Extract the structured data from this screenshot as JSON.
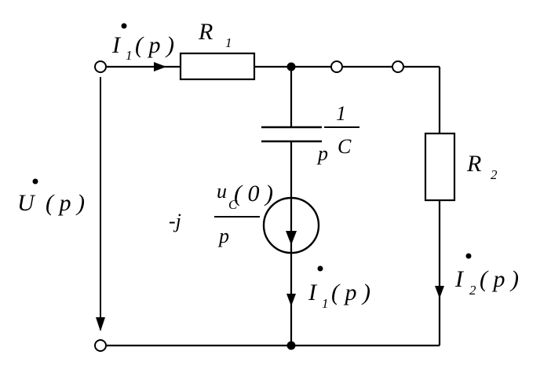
{
  "labels": {
    "i1_top": {
      "main": "I",
      "sub": "1",
      "arg": "( p )"
    },
    "r1": {
      "main": "R",
      "sub": "1"
    },
    "cap_num": "1",
    "cap_p": "p",
    "cap_c": "C",
    "r2": {
      "main": "R",
      "sub": "2"
    },
    "u": {
      "main": "U",
      "arg": "( p )"
    },
    "src_prefix": "-j",
    "src_u": "u",
    "src_sub": "C",
    "src_arg": "( 0 )",
    "src_den": "p",
    "i1_mid": {
      "main": "I",
      "sub": "1",
      "arg": "( p )"
    },
    "i2": {
      "main": "I",
      "sub": "2",
      "arg": "( p )"
    }
  },
  "colors": {
    "line": "#000000",
    "background": "#ffffff"
  }
}
